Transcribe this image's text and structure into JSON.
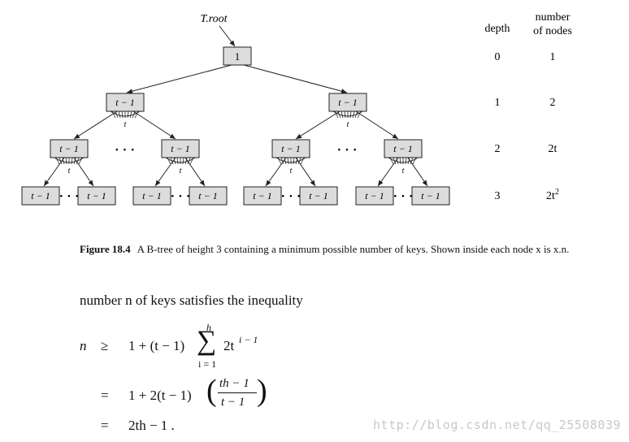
{
  "figure": {
    "root_pointer": "T.root",
    "columns": {
      "depth_header": "depth",
      "nodes_header_line1": "number",
      "nodes_header_line2": "of nodes"
    },
    "root_key": "1",
    "node_key": "t − 1",
    "child_count_label": "t",
    "ellipsis": "· · ·",
    "rows": [
      {
        "depth": "0",
        "count": "1",
        "count_base": "1",
        "count_exp": ""
      },
      {
        "depth": "1",
        "count": "2",
        "count_base": "2",
        "count_exp": ""
      },
      {
        "depth": "2",
        "count": "2t",
        "count_base": "2t",
        "count_exp": ""
      },
      {
        "depth": "3",
        "count": "2t2",
        "count_base": "2t",
        "count_exp": "2"
      }
    ]
  },
  "caption": {
    "label": "Figure 18.4",
    "text": "A B-tree of height 3 containing a minimum possible number of keys. Shown inside each node x is x.n."
  },
  "body_text": "number n of keys satisfies the inequality",
  "equations": {
    "lhs": "n",
    "rel1": "≥",
    "line1_pre": "1 + (t − 1)",
    "sum_upper": "h",
    "sum_lower": "i = 1",
    "sum_term": "2t",
    "sum_term_exp": "i − 1",
    "rel2": "=",
    "line2_pre": "1 + 2(t − 1)",
    "frac_num": "th − 1",
    "frac_den": "t − 1",
    "rel3": "=",
    "line3": "2th − 1 ."
  },
  "watermark": "http://blog.csdn.net/qq_25508039"
}
